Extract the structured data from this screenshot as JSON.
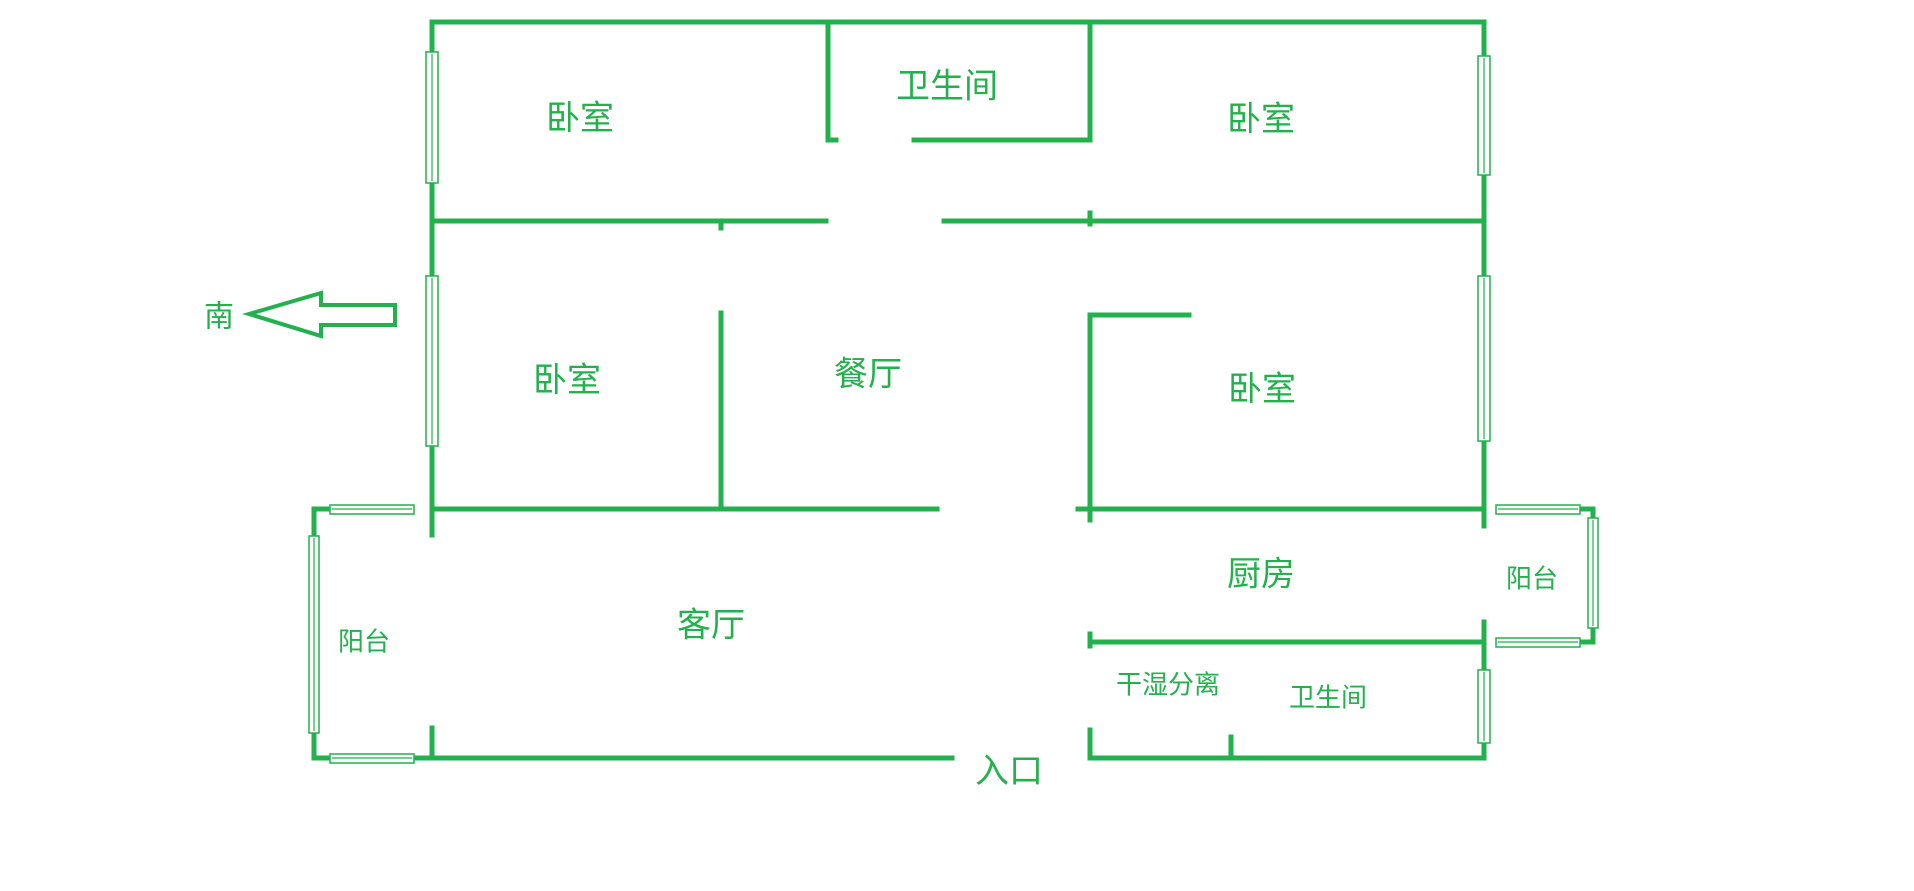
{
  "colors": {
    "wall": "#22b14c",
    "text": "#22b14c",
    "background": "#ffffff"
  },
  "compass": {
    "label": "南",
    "icon": "arrow-left-icon"
  },
  "rooms": {
    "bedroom_top_left": "卧室",
    "bathroom_top": "卫生间",
    "bedroom_top_right": "卧室",
    "bedroom_mid_left": "卧室",
    "dining_room": "餐厅",
    "bedroom_mid_right": "卧室",
    "living_room": "客厅",
    "balcony_left": "阳台",
    "kitchen": "厨房",
    "balcony_right": "阳台",
    "dry_wet_separation": "干湿分离",
    "bathroom_bottom": "卫生间"
  },
  "entrance": {
    "label": "入口"
  }
}
